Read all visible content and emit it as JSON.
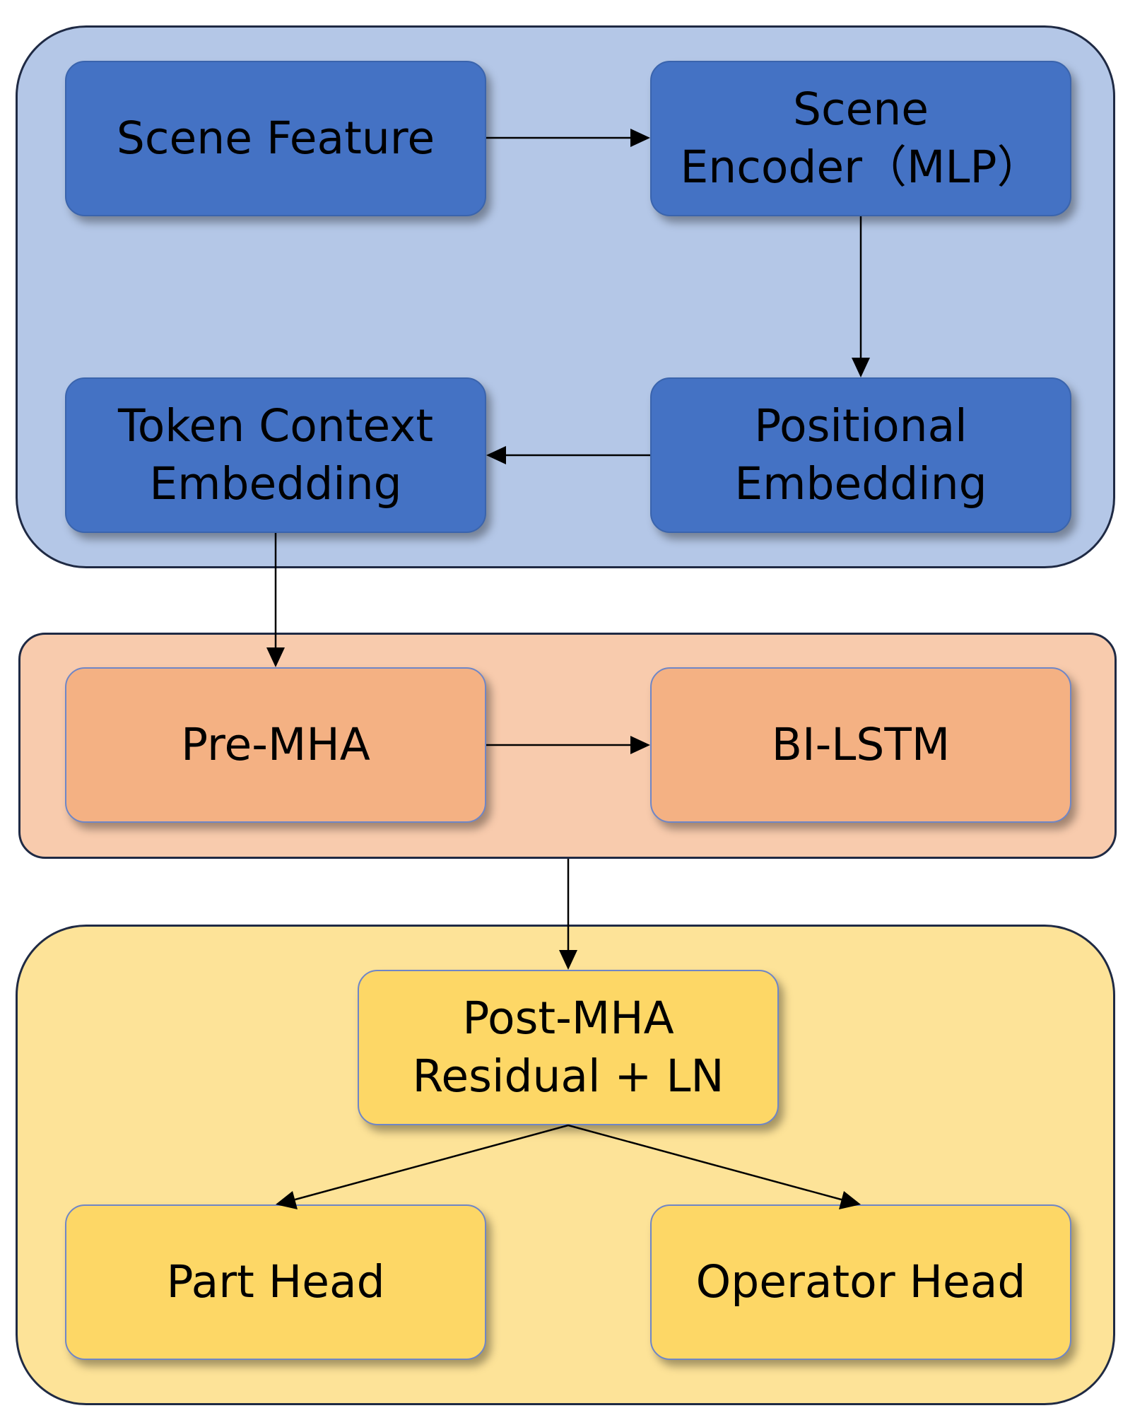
{
  "diagram": {
    "nodes": {
      "scene_feature": [
        "Scene Feature"
      ],
      "scene_encoder": [
        "Scene",
        "Encoder（MLP）"
      ],
      "positional_embedding": [
        "Positional",
        "Embedding"
      ],
      "token_context_embedding": [
        "Token Context",
        "Embedding"
      ],
      "pre_mha": [
        "Pre-MHA"
      ],
      "bi_lstm": [
        "BI-LSTM"
      ],
      "post_mha": [
        "Post-MHA",
        "Residual + LN"
      ],
      "part_head": [
        "Part Head"
      ],
      "operator_head": [
        "Operator Head"
      ]
    },
    "colors": {
      "encoder_group": "#b4c7e7",
      "encoder_node": "#4472c4",
      "sequence_group": "#f8cbad",
      "sequence_node": "#f4b183",
      "head_group": "#fde398",
      "head_node": "#fdd766"
    }
  }
}
